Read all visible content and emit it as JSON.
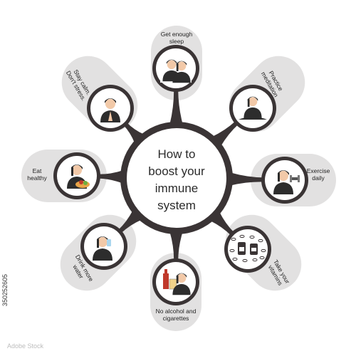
{
  "title_lines": [
    "How to",
    "boost your",
    "immune",
    "system"
  ],
  "tips": [
    {
      "id": "sleep",
      "lines": [
        "Get enough",
        "sleep"
      ],
      "icon": "couple-sleeping-icon"
    },
    {
      "id": "meditation",
      "lines": [
        "Practice",
        "meditation"
      ],
      "icon": "meditating-woman-icon"
    },
    {
      "id": "exercise",
      "lines": [
        "Exercise",
        "daily"
      ],
      "icon": "dumbbell-woman-icon"
    },
    {
      "id": "vitamins",
      "lines": [
        "Take your",
        "vitamins"
      ],
      "icon": "vitamin-bottles-icon"
    },
    {
      "id": "alcohol",
      "lines": [
        "No alcohol and",
        "cigarettes"
      ],
      "icon": "no-alcohol-icon"
    },
    {
      "id": "water",
      "lines": [
        "Drink more",
        "water"
      ],
      "icon": "drinking-water-icon"
    },
    {
      "id": "eat",
      "lines": [
        "Eat",
        "healthy"
      ],
      "icon": "healthy-food-icon"
    },
    {
      "id": "calm",
      "lines": [
        "Stay calm.",
        "Don't stress."
      ],
      "icon": "calm-woman-icon"
    }
  ],
  "stock_id": "350252605",
  "stock_brand": "Adobe Stock",
  "colors": {
    "ring": "#3a3435",
    "pill": "#e2e1e1",
    "skin": "#f2c9a8",
    "hair": "#2b2b2b",
    "accent": "#c0392b"
  }
}
